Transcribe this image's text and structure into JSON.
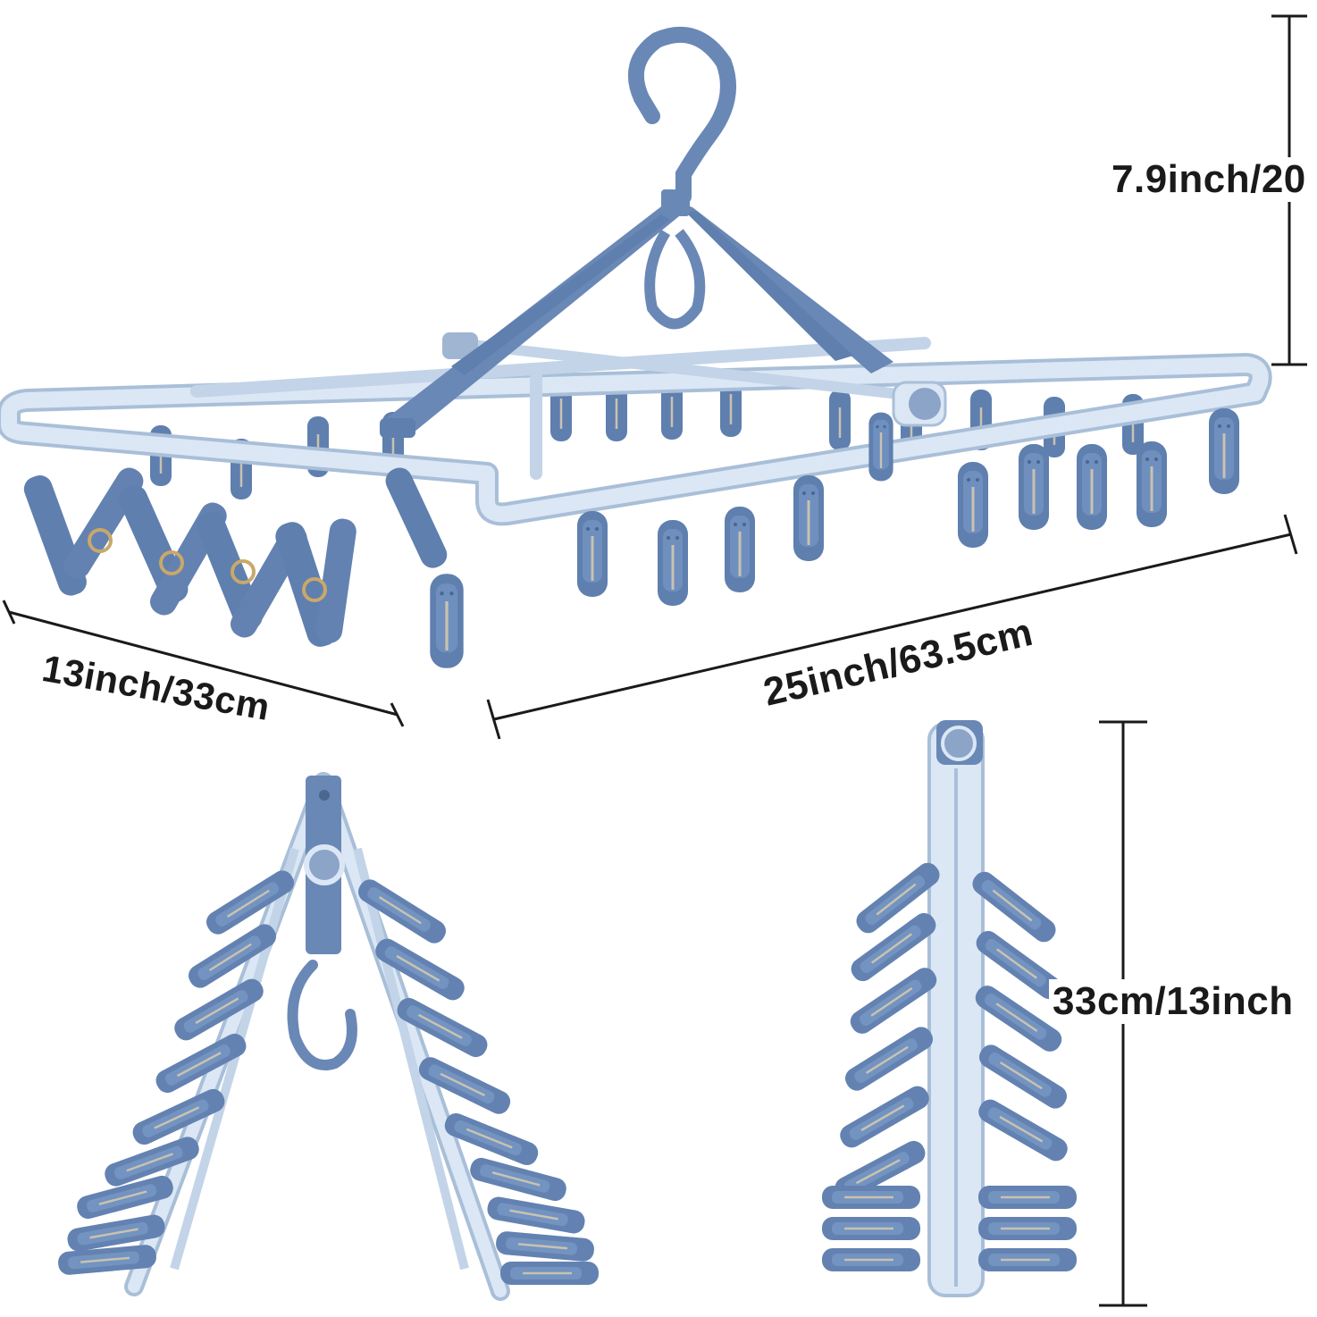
{
  "image": {
    "subject": "foldable clothes drying hanger with clips",
    "palette": {
      "clip_blue": "#5f7fae",
      "clip_blue_dark": "#4a678f",
      "frame_light": "#dbe7f5",
      "frame_edge": "#a9bfd8",
      "arm_blue": "#6a88b6",
      "spring_metal": "#c9c2b0",
      "dimension_line": "#1a1a1a"
    },
    "icons": [
      "hook-icon",
      "clip-icon",
      "hinge-icon",
      "dimension-arrow-icon"
    ]
  },
  "dimensions": {
    "height": "7.9inch/20",
    "depth": "13inch/33cm",
    "width": "25inch/63.5cm",
    "folded_height": "33cm/13inch"
  }
}
